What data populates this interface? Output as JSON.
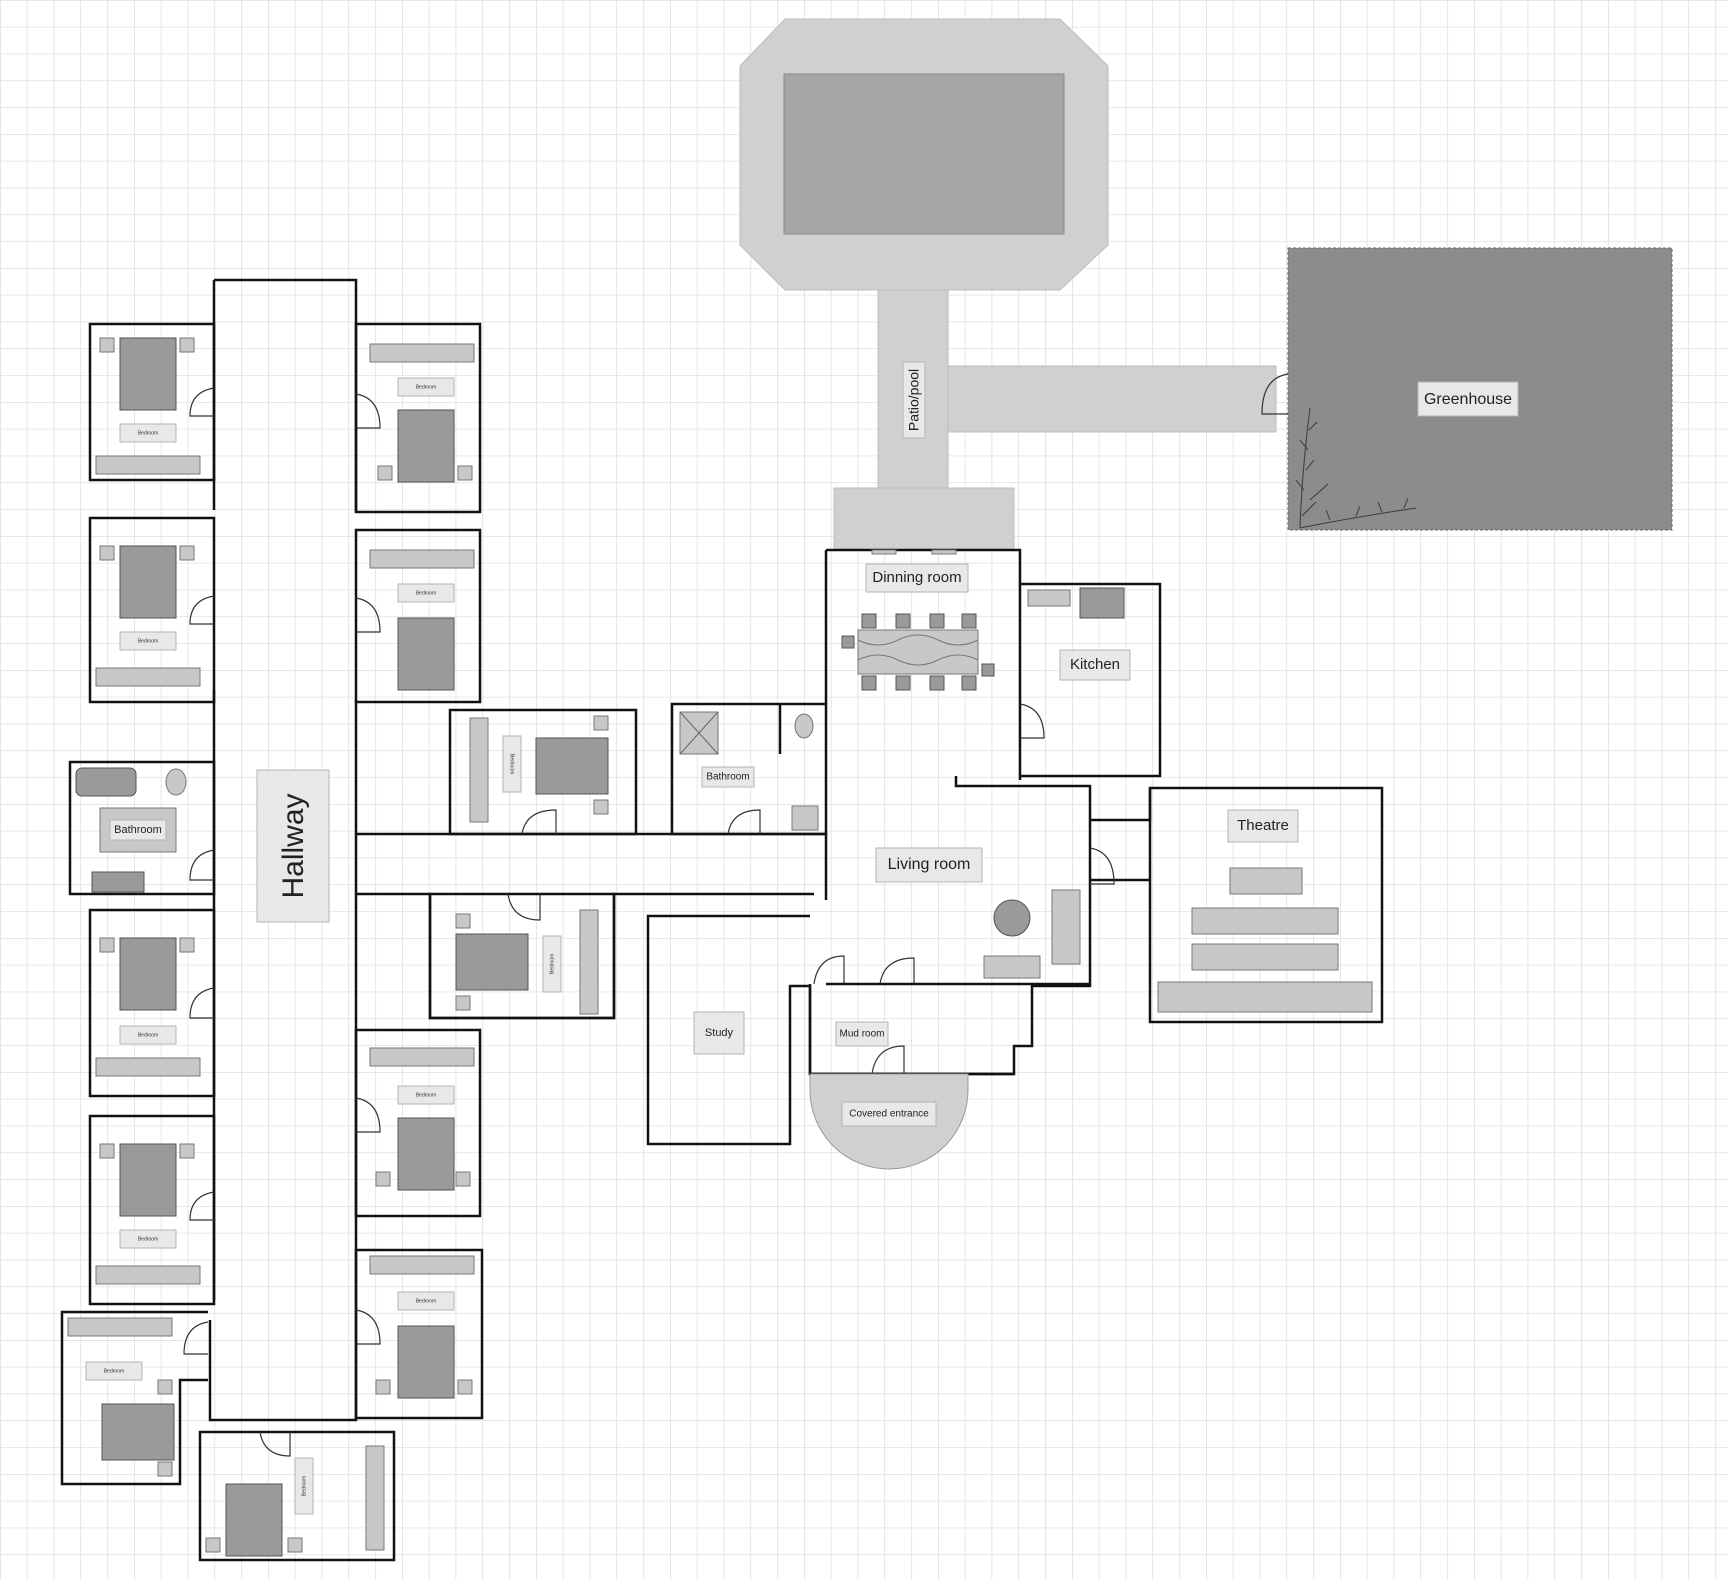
{
  "colors": {
    "background": "#ffffff",
    "grid": "#d9d9d9",
    "wall": "#111111",
    "patio": "#d0d0d0",
    "pool": "#a6a6a6",
    "greenhouse": "#8c8c8c",
    "furniture": "#9a9a9a",
    "label_fill": "#e8e8e8"
  },
  "labels": {
    "hallway": "Hallway",
    "patio_pool": "Patio/pool",
    "greenhouse": "Greenhouse",
    "dining_room": "Dinning room",
    "kitchen": "Kitchen",
    "bathroom": "Bathroom",
    "bathroom_left": "Bathroom",
    "living_room": "Living room",
    "theatre": "Theatre",
    "study": "Study",
    "mud_room": "Mud room",
    "covered_entrance": "Covered entrance"
  },
  "bedroom_tags": [
    "Bedroom",
    "Bedroom",
    "Bedroom",
    "Bedroom",
    "Bedroom",
    "Bedroom",
    "Bedroom",
    "Bedroom",
    "Bedroom",
    "Bedroom",
    "Bedroom",
    "Bedroom"
  ],
  "icons": [
    "bathtub-icon",
    "toilet-icon",
    "sink-icon",
    "shower-icon",
    "bed-icon",
    "sofa-icon",
    "plant-icon",
    "dining-table-icon",
    "stove-icon"
  ]
}
